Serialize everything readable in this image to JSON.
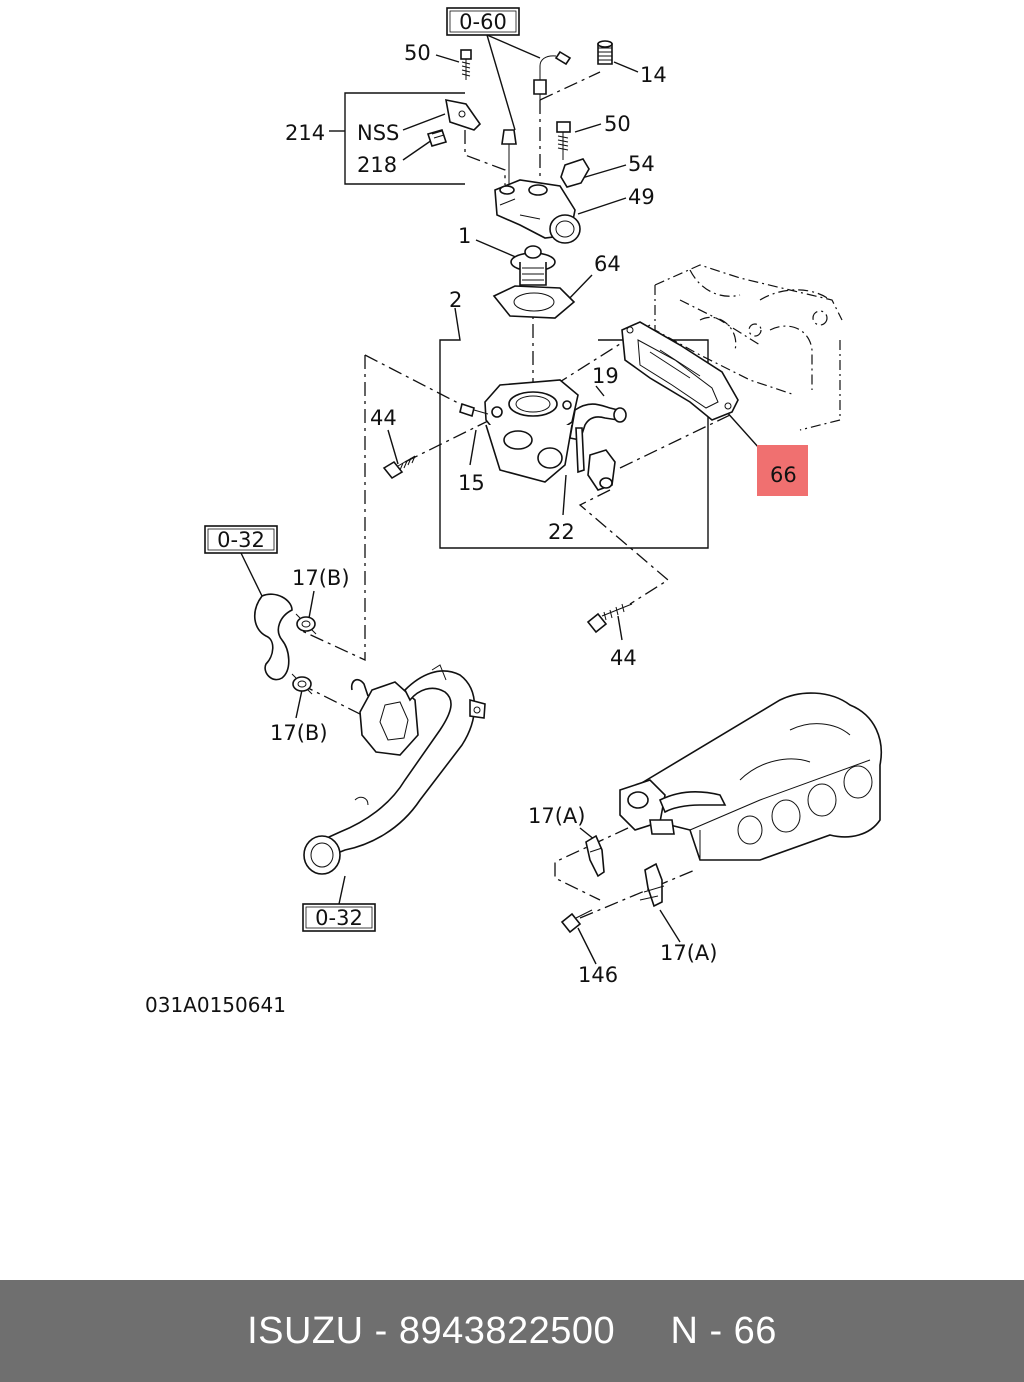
{
  "diagram": {
    "ref_boxes": {
      "top": "0-60",
      "left": "0-32",
      "bottom": "0-32"
    },
    "labels": {
      "l50a": "50",
      "l14": "14",
      "l214": "214",
      "lnss": "NSS",
      "l218": "218",
      "l50b": "50",
      "l54": "54",
      "l49": "49",
      "l1": "1",
      "l64": "64",
      "l2": "2",
      "l19": "19",
      "l44a": "44",
      "l15": "15",
      "l22": "22",
      "l66": "66",
      "l17b_top": "17(B)",
      "l17b_bot": "17(B)",
      "l44b": "44",
      "l17a_top": "17(A)",
      "l17a_bot": "17(A)",
      "l146": "146"
    },
    "highlight": {
      "color": "#f07070",
      "label_ref": "66"
    },
    "drawing_code": "031A0150641"
  },
  "footer": {
    "text": "ISUZU - 8943822500     N - 66",
    "background": "#6f6f6f",
    "color": "#ffffff"
  }
}
